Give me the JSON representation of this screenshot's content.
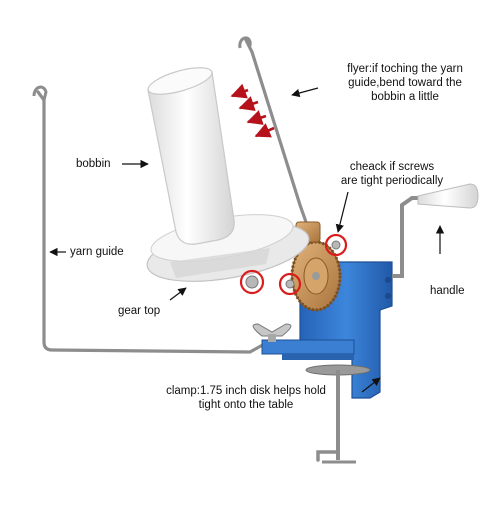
{
  "labels": {
    "flyer": "flyer:if toching the yarn\nguide,bend toward the\nbobbin a little",
    "bobbin": "bobbin",
    "screws": "cheack if screws\nare tight periodically",
    "yarn_guide": "yarn guide",
    "handle": "handle",
    "gear_top": "gear top",
    "clamp": "clamp:1.75 inch disk helps hold\ntight onto the table"
  },
  "colors": {
    "frame_blue": "#2f73c9",
    "arrow_red": "#b5121b",
    "circle_red": "#d91c1c",
    "wire": "#8a8a8a",
    "plastic": "#f1f1f1",
    "gear": "#c9955a"
  },
  "icons": [
    "bend-direction-arrows",
    "callout-arrow",
    "screw-check-circle"
  ]
}
